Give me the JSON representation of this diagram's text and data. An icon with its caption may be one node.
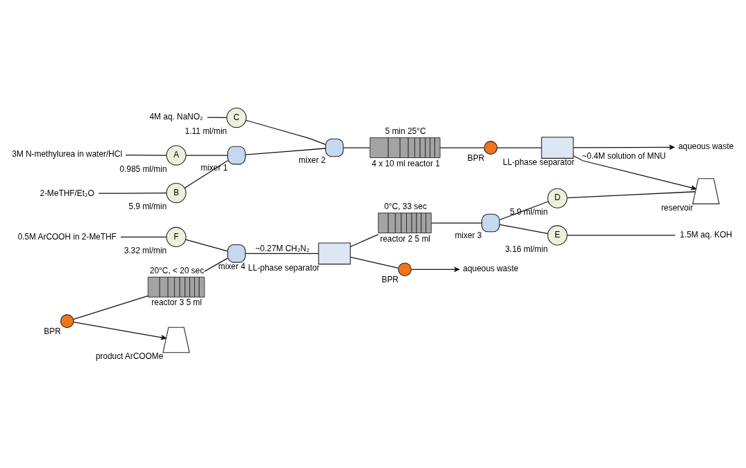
{
  "diagram": {
    "nodes": [
      {
        "text": [
          "3M N-methylurea in water/HCl"
        ]
      },
      {
        "text": [
          "A"
        ],
        "beside": [
          "0.985 ml/min"
        ]
      },
      {
        "text": [
          "2-MeTHF/Et₂O"
        ]
      },
      {
        "text": [
          "B"
        ],
        "beside": [
          "5.9 ml/min"
        ]
      },
      {
        "text": [],
        "shape": "box",
        "beside": [
          "mixer 1"
        ]
      },
      {
        "text": [
          "4M aq. NaNO₂"
        ]
      },
      {
        "text": [
          "C"
        ],
        "beside": [
          "1.11 ml/min"
        ]
      },
      {
        "text": [],
        "shape": "box",
        "beside": [
          "mixer 2"
        ]
      },
      {
        "text": [],
        "shape": "coil",
        "beside": [
          "5 min 25°C",
          "4 x 10 ml reactor 1"
        ]
      },
      {
        "text": [],
        "shape": "circle",
        "beside": [
          "BPR"
        ]
      },
      {
        "text": [],
        "shape": "box",
        "beside": [
          "LL-phase separator"
        ]
      },
      {
        "text": [
          "aqueous waste"
        ]
      },
      {
        "text": [],
        "shape": "flask",
        "beside": [
          "reservoir"
        ]
      },
      {
        "text": [
          "D"
        ],
        "beside": [
          "5.9 ml/min"
        ]
      },
      {
        "text": [],
        "shape": "box",
        "beside": [
          "mixer 3"
        ]
      },
      {
        "text": [
          "1.5M aq. KOH"
        ]
      },
      {
        "text": [
          "E"
        ],
        "beside": [
          "3.16 ml/min"
        ]
      },
      {
        "text": [],
        "shape": "coil",
        "beside": [
          "0°C, 33 sec",
          "reactor 2 5 ml"
        ]
      },
      {
        "text": [],
        "shape": "box",
        "beside": [
          "LL-phase separator"
        ]
      },
      {
        "text": [],
        "shape": "circle",
        "beside": [
          "BPR"
        ]
      },
      {
        "text": [
          "aqueous waste"
        ]
      },
      {
        "text": [],
        "shape": "box",
        "beside": [
          "mixer 4"
        ]
      },
      {
        "text": [
          "0.5M ArCOOH in 2-MeTHF"
        ]
      },
      {
        "text": [
          "F"
        ],
        "beside": [
          "3.32 ml/min"
        ]
      },
      {
        "text": [],
        "shape": "coil",
        "beside": [
          "20°C, < 20 sec",
          "reactor 3 5 ml"
        ]
      },
      {
        "text": [],
        "shape": "circle",
        "beside": [
          "BPR"
        ]
      },
      {
        "text": [],
        "shape": "flask",
        "beside": [
          "product ArCOOMe"
        ]
      }
    ],
    "edges": [
      {
        "from": 0,
        "to": 1,
        "arrow": "none"
      },
      {
        "from": 1,
        "to": 4,
        "arrow": "none"
      },
      {
        "from": 2,
        "to": 3,
        "arrow": "none"
      },
      {
        "from": 3,
        "to": 4,
        "arrow": "none"
      },
      {
        "from": 4,
        "to": 7,
        "arrow": "none"
      },
      {
        "from": 5,
        "to": 6,
        "arrow": "none"
      },
      {
        "from": 6,
        "to": 7,
        "arrow": "none"
      },
      {
        "from": 7,
        "to": 8,
        "arrow": "none"
      },
      {
        "from": 8,
        "to": 9,
        "arrow": "none"
      },
      {
        "from": 9,
        "to": 10,
        "arrow": "none"
      },
      {
        "from": 10,
        "to": 11,
        "arrow": "to"
      },
      {
        "from": 10,
        "to": 12,
        "arrow": "to",
        "label": "~0.4M solution of MNU"
      },
      {
        "from": 13,
        "to": 12,
        "arrow": "none"
      },
      {
        "from": 14,
        "to": 13,
        "arrow": "none"
      },
      {
        "from": 16,
        "to": 15,
        "arrow": "none"
      },
      {
        "from": 14,
        "to": 16,
        "arrow": "none"
      },
      {
        "from": 17,
        "to": 14,
        "arrow": "none"
      },
      {
        "from": 18,
        "to": 17,
        "arrow": "none"
      },
      {
        "from": 18,
        "to": 19,
        "arrow": "none"
      },
      {
        "from": 19,
        "to": 20,
        "arrow": "to"
      },
      {
        "from": 21,
        "to": 18,
        "arrow": "none",
        "label": "~0.27M CH₂N₂"
      },
      {
        "from": 22,
        "to": 23,
        "arrow": "none"
      },
      {
        "from": 23,
        "to": 21,
        "arrow": "none"
      },
      {
        "from": 24,
        "to": 21,
        "arrow": "none"
      },
      {
        "from": 25,
        "to": 24,
        "arrow": "none"
      },
      {
        "from": 25,
        "to": 26,
        "arrow": "to"
      }
    ]
  }
}
